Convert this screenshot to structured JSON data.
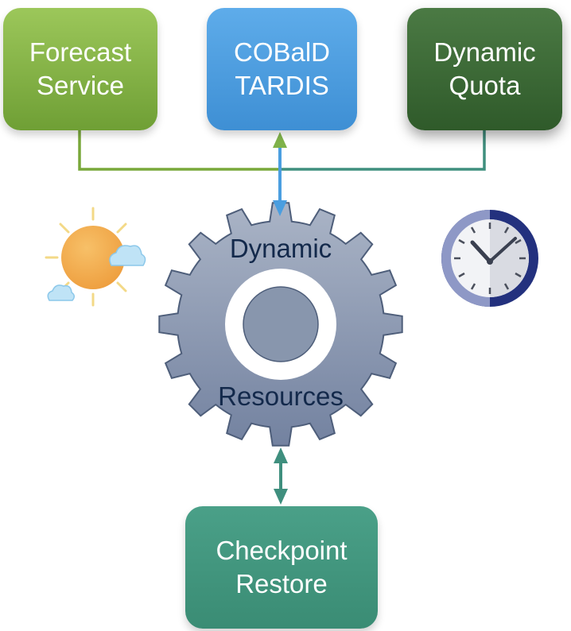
{
  "boxes": {
    "forecast": {
      "line1": "Forecast",
      "line2": "Service"
    },
    "tardis": {
      "line1": "COBalD",
      "line2": "TARDIS"
    },
    "quota": {
      "line1": "Dynamic",
      "line2": "Quota"
    },
    "checkpoint": {
      "line1": "Checkpoint",
      "line2": "Restore"
    }
  },
  "gear": {
    "label_top": "Dynamic",
    "label_bottom": "Resources"
  },
  "icons": {
    "forecast": "sun-with-clouds-icon",
    "quota": "clock-icon",
    "hub": "gear-icon"
  },
  "colors": {
    "forecast_green": "#8cbb4a",
    "tardis_blue": "#4a9ee0",
    "quota_dark_green": "#3a6a34",
    "checkpoint_teal": "#439a82",
    "connector_green": "#79a83a",
    "connector_teal": "#3f8f7e",
    "connector_blue": "#4a9ee0",
    "gear_fill": "#8b97ae",
    "gear_text": "#13294b"
  }
}
